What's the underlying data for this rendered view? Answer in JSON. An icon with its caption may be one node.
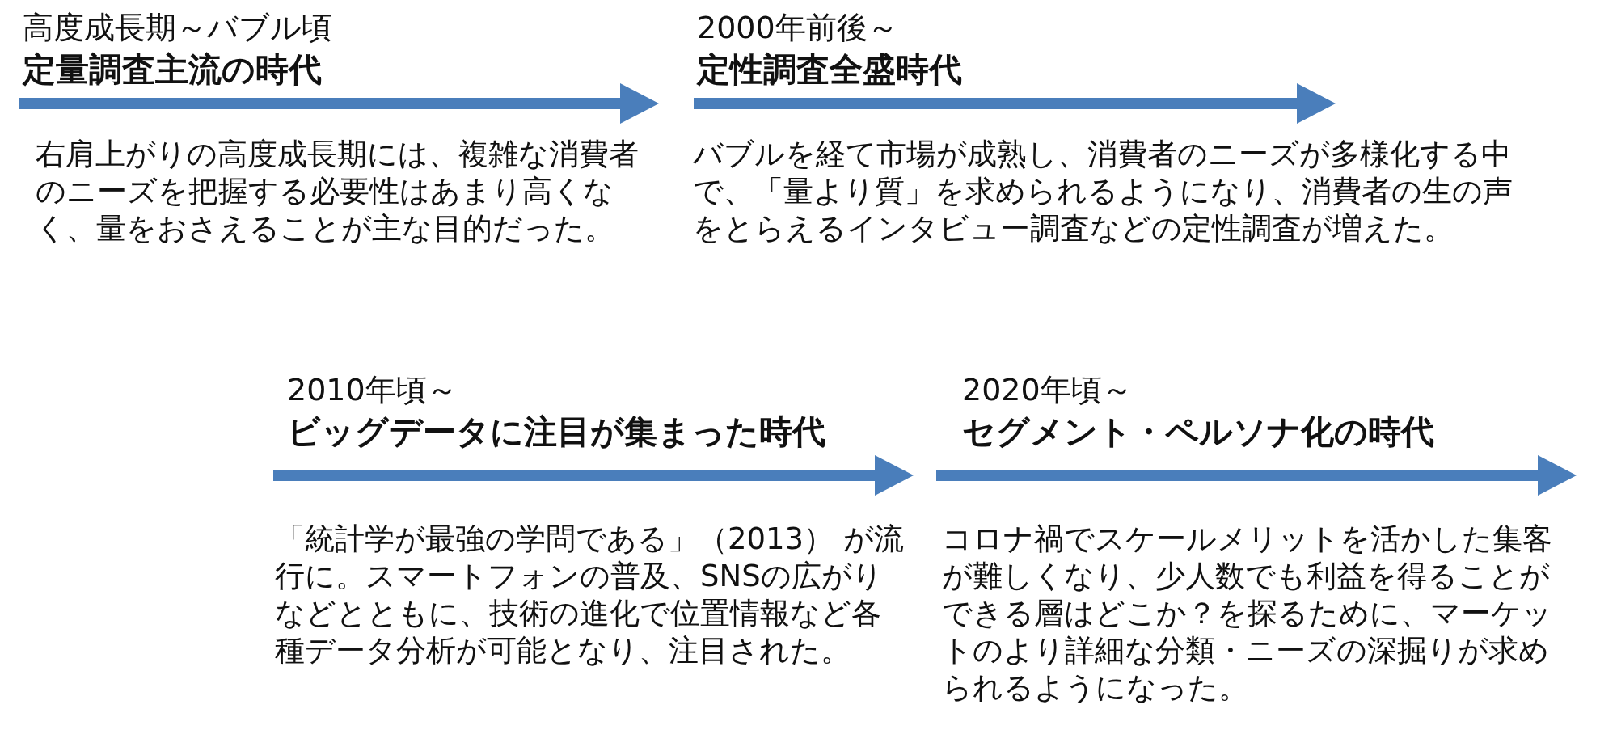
{
  "diagram": {
    "labels": [
      "高度成長期～バブル頃",
      "定量調査主流の時代",
      "右肩上がりの高度成長期には、複雑な消費者のニーズを把握する必要性はあまり高くなく、量をおさえることが主な目的だった。",
      "2000年前後～",
      "定性調査全盛時代",
      "バブルを経て市場が成熟し、消費者のニーズが多様化する中で、「量より質」を求められるようになり、消費者の生の声をとらえるインタビュー調査などの定性調査が増えた。",
      "2010年頃～",
      "ビッグデータに注目が集まった時代",
      "「統計学が最強の学問である」（2013） が流行に。スマートフォンの普及、SNSの広がりなどとともに、技術の進化で位置情報など各種データ分析が可能となり、注目された。",
      "2020年頃～",
      "セグメント・ペルソナ化の時代",
      "コロナ禍でスケールメリットを活かした集客が難しくなり、少人数でも利益を得ることができる層はどこか？を探るために、マーケットのより詳細な分類・ニーズの深掘りが求められるようになった。"
    ]
  }
}
